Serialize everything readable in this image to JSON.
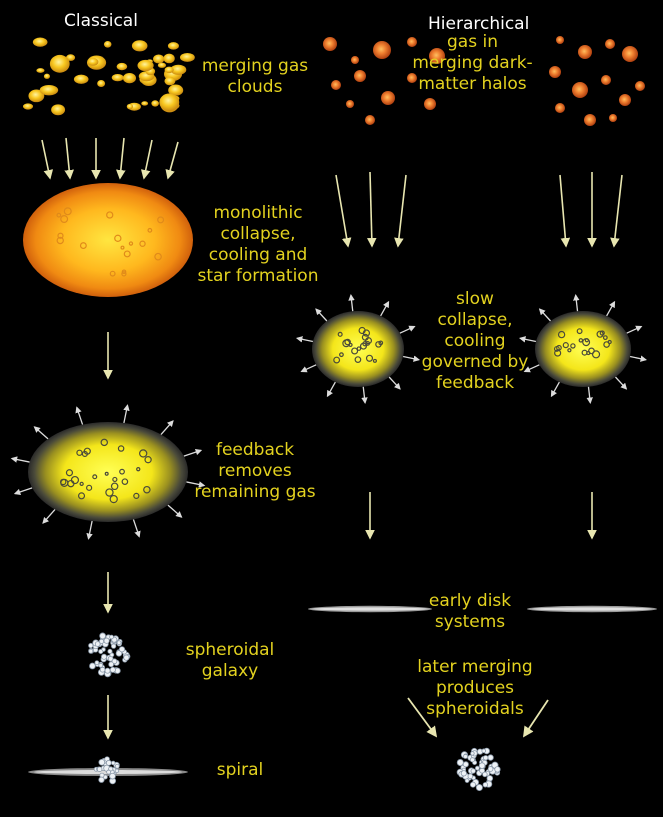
{
  "headers": {
    "classical": "Classical",
    "hierarchical": "Hierarchical"
  },
  "labels": {
    "merging_gas_clouds": "merging gas\nclouds",
    "gas_in_halos": "gas in\nmerging dark-\nmatter halos",
    "monolithic_collapse": "monolithic\ncollapse,\ncooling and\nstar formation",
    "slow_collapse": "slow\ncollapse,\ncooling\ngoverned by\nfeedback",
    "feedback_removes": "feedback\nremoves\nremaining gas",
    "early_disk": "early disk\nsystems",
    "spheroidal_galaxy": "spheroidal\ngalaxy",
    "later_merging": "later merging\nproduces\nspheroidals",
    "spiral": "spiral"
  },
  "colors": {
    "background": "#000000",
    "label_text": "#e3d21f",
    "header_text": "#ffffff",
    "gas_cloud": "#f2b81c",
    "halo": "#ee7a2a",
    "collapse_core": "#ffff3a",
    "arrow": "#e8e6b0"
  }
}
